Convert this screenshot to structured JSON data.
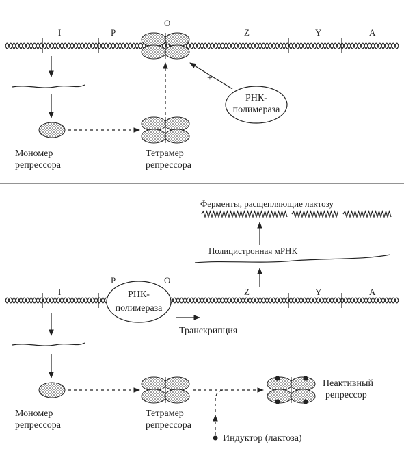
{
  "top_panel": {
    "genes": [
      "I",
      "P",
      "O",
      "Z",
      "Y",
      "A"
    ],
    "polymerase_label_1": "РНК-",
    "polymerase_label_2": "полимераза",
    "monomer_label_1": "Мономер",
    "monomer_label_2": "репрессора",
    "tetramer_label_1": "Тетрамер",
    "tetramer_label_2": "репрессора",
    "blocked_mark": "+"
  },
  "bottom_panel": {
    "genes": [
      "I",
      "P",
      "O",
      "Z",
      "Y",
      "A"
    ],
    "enzymes_label": "Ферменты, расщепляющие лактозу",
    "mrna_label": "Полицистронная мРНК",
    "polymerase_label_1": "РНК-",
    "polymerase_label_2": "полимераза",
    "transcription_label": "Транскрипция",
    "monomer_label_1": "Мономер",
    "monomer_label_2": "репрессора",
    "tetramer_label_1": "Тетрамер",
    "tetramer_label_2": "репрессора",
    "inactive_label_1": "Неактивный",
    "inactive_label_2": "репрессор",
    "inducer_label": "Индуктор (лактоза)"
  },
  "colors": {
    "ink": "#222222",
    "divider": "#555555",
    "background": "#ffffff"
  }
}
